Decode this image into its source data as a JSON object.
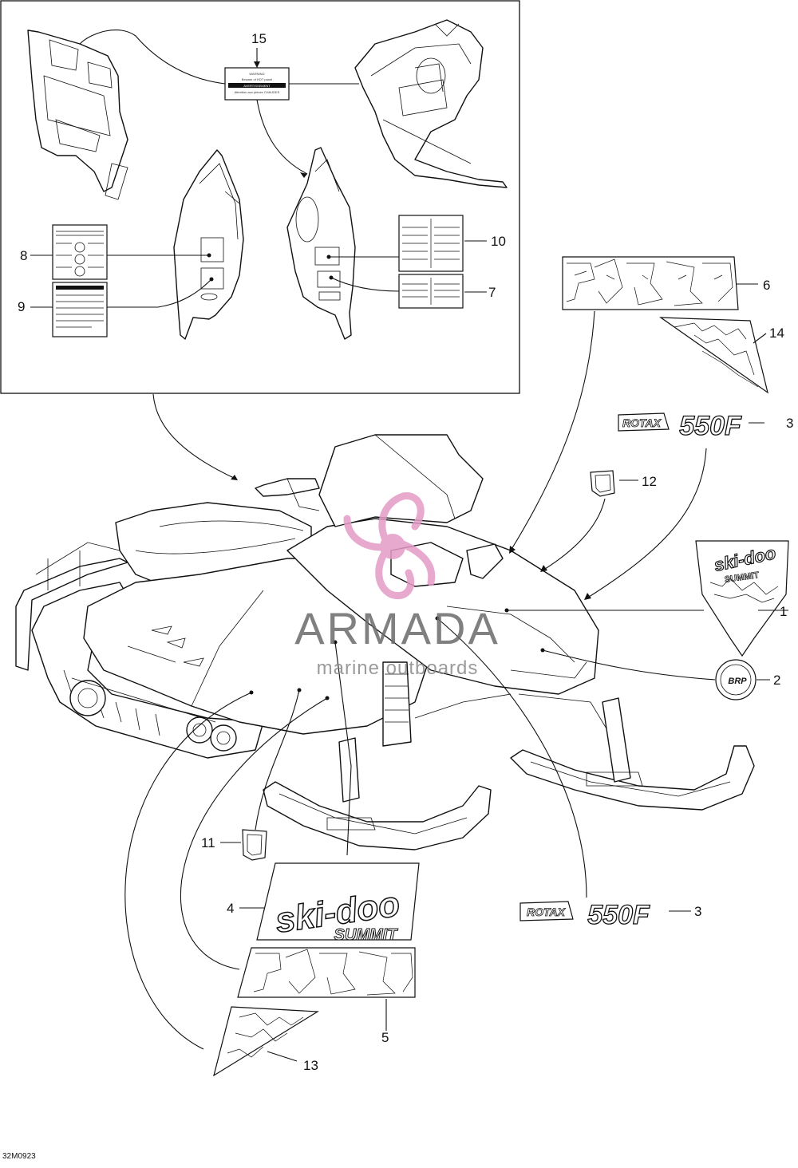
{
  "diagram_code": "32M0923",
  "watermark": {
    "brand": "ARMADA",
    "tagline": "marine outboards",
    "logo_color": "#e59bc6",
    "text_color": "#6a6a6a"
  },
  "callouts": {
    "c1": "1",
    "c2": "2",
    "c3a": "3",
    "c3b": "3",
    "c4": "4",
    "c5": "5",
    "c6": "6",
    "c7": "7",
    "c8": "8",
    "c9": "9",
    "c10": "10",
    "c11": "11",
    "c12": "12",
    "c13": "13",
    "c14": "14",
    "c15": "15"
  },
  "decal_text": {
    "rotax": "ROTAX",
    "rotax_model": "550F",
    "skidoo": "ski-doo",
    "summit": "SUMMIT",
    "brp": "BRP",
    "warning_title": "WARNING",
    "warning_line": "Beware of HOT panel",
    "avert_title": "AVERTISSEMENT",
    "avert_line": "Attention aux pièces CHAUDES"
  }
}
